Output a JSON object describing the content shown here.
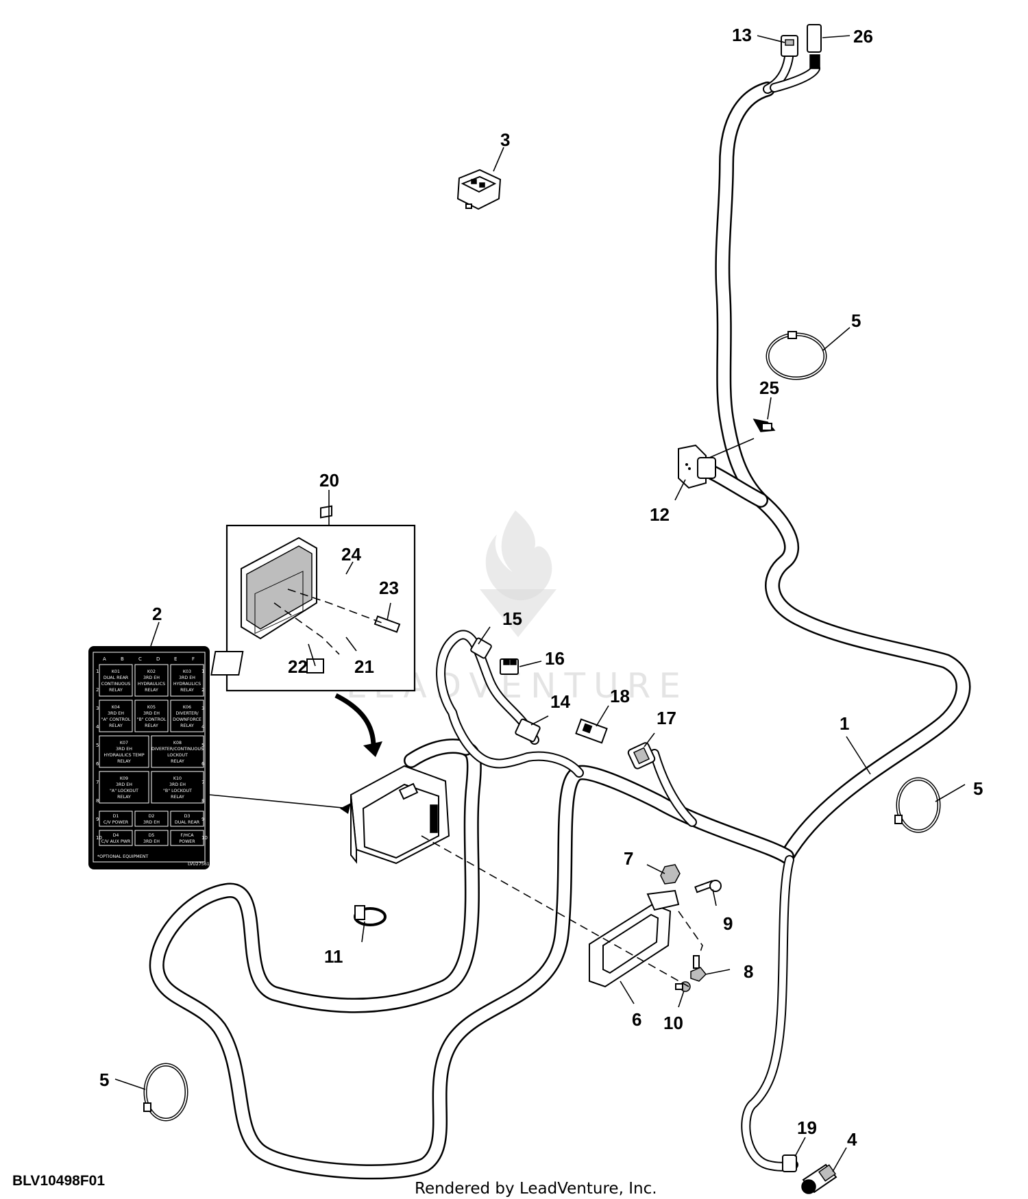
{
  "figure_id": "BLV10498F01",
  "footer_credit": "Rendered by LeadVenture, Inc.",
  "watermark": "LEADVENTURE",
  "callouts": [
    "1",
    "2",
    "3",
    "4",
    "5",
    "5",
    "5",
    "5",
    "6",
    "7",
    "8",
    "9",
    "10",
    "11",
    "12",
    "13",
    "14",
    "15",
    "16",
    "17",
    "18",
    "19",
    "20",
    "21",
    "22",
    "23",
    "24",
    "25",
    "26"
  ],
  "relay_decal": {
    "columns": [
      "A",
      "B",
      "C",
      "D",
      "E",
      "F"
    ],
    "rows": [
      "1",
      "2",
      "3",
      "4",
      "5",
      "6",
      "7",
      "8",
      "9",
      "10"
    ],
    "cells": [
      [
        "K01",
        "DUAL REAR",
        "CONTINUOUS",
        "RELAY"
      ],
      [
        "K02",
        "3RD EH",
        "HYDRAULICS",
        "RELAY"
      ],
      [
        "K03",
        "3RD EH",
        "HYDRAULICS",
        "RELAY"
      ],
      [
        "K04",
        "3RD EH",
        "\"A\" CONTROL",
        "RELAY"
      ],
      [
        "K05",
        "3RD EH",
        "\"B\" CONTROL",
        "RELAY"
      ],
      [
        "K06",
        "DIVERTER/",
        "DOWNFORCE",
        "RELAY"
      ],
      [
        "K07",
        "3RD EH",
        "HYDRAULICS TEMP",
        "RELAY"
      ],
      [
        "K08",
        "DIVERTER/CONTINUOUS",
        "LOCKOUT",
        "RELAY"
      ],
      [
        "K09",
        "3RD EH",
        "\"A\" LOCKOUT",
        "RELAY"
      ],
      [
        "K10",
        "3RD EH",
        "\"B\" LOCKOUT",
        "RELAY"
      ]
    ],
    "fuses": [
      [
        "D1",
        "C/V POWER"
      ],
      [
        "D2",
        "3RD EH"
      ],
      [
        "D3",
        "DUAL REAR"
      ],
      [
        "D4",
        "C/V AUX PWR"
      ],
      [
        "D5",
        "3RD EH"
      ],
      [
        "F/HCA",
        "POWER"
      ]
    ],
    "footnote": "*OPTIONAL EQUIPMENT",
    "part_code": "LVU27561"
  }
}
